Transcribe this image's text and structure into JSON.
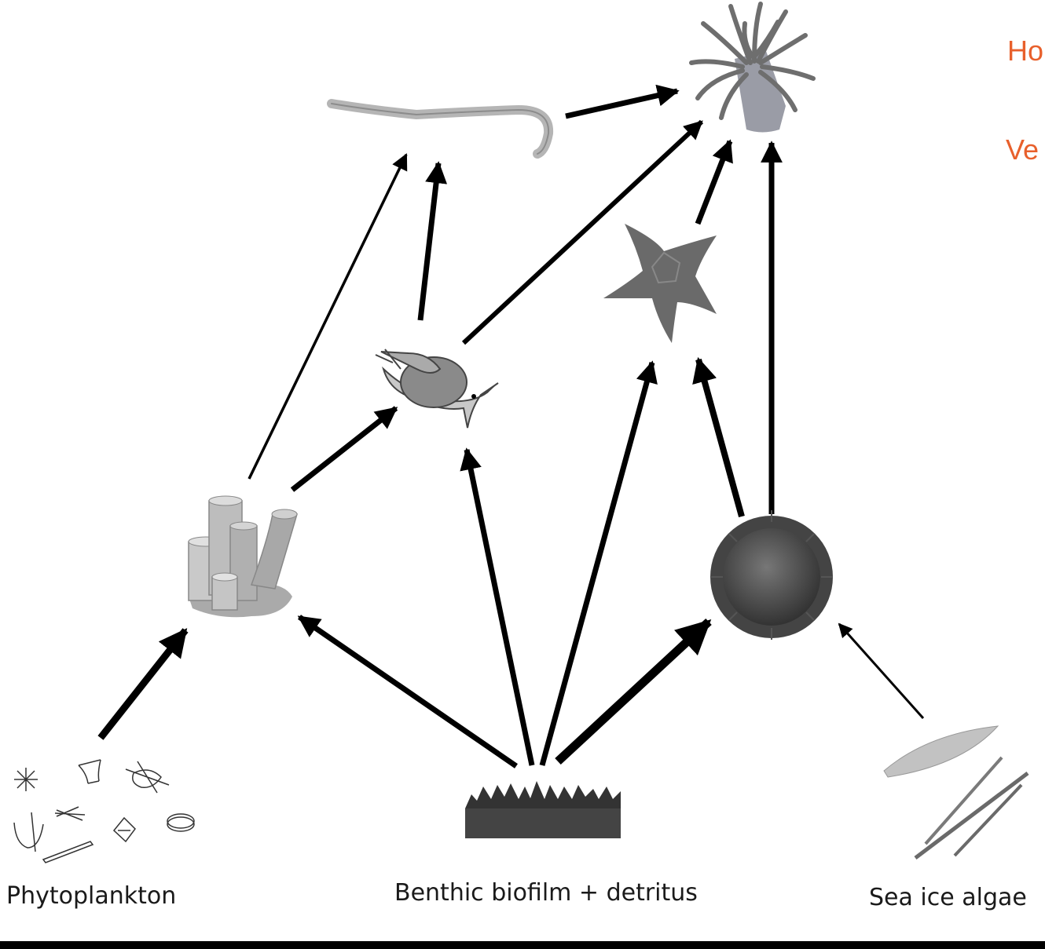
{
  "labels": {
    "phytoplankton": "Phytoplankton",
    "benthic": "Benthic biofilm + detritus",
    "sea_ice": "Sea ice algae"
  },
  "side_notes": {
    "line1": "Ho",
    "line2": "Ve",
    "color": "#e8602c"
  },
  "colors": {
    "arrow": "#000000",
    "organism_mid": "#8a8a8a",
    "organism_dark": "#555555",
    "organism_light": "#bdbdbd",
    "bar": "#000000"
  },
  "organisms": [
    "sea-anemone",
    "worm",
    "sea-star",
    "snail",
    "sponge",
    "sea-urchin",
    "phytoplankton",
    "benthic-biofilm",
    "sea-ice-algae"
  ]
}
